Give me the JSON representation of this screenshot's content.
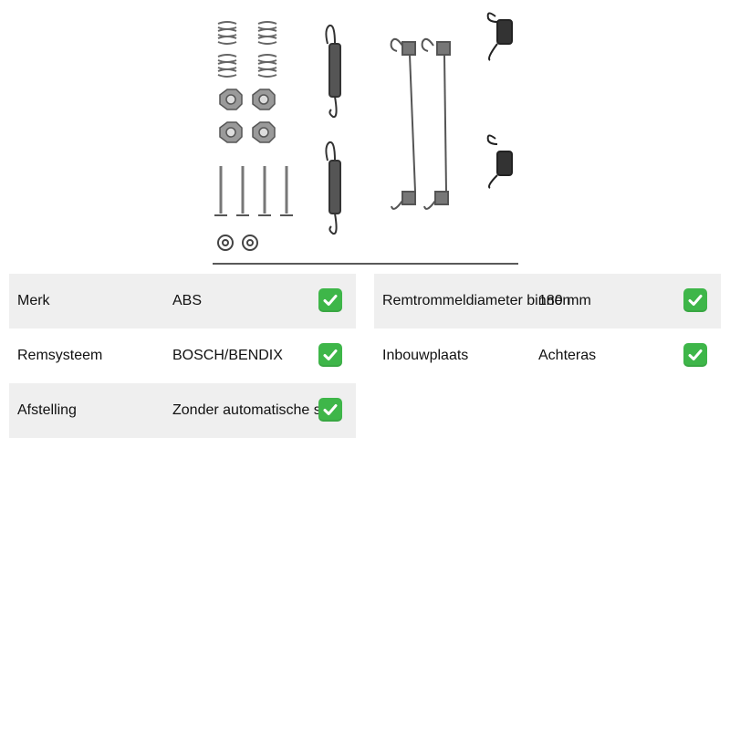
{
  "product": {
    "image_alt": "Brake shoe accessory kit"
  },
  "specs_left": [
    {
      "label": "Merk",
      "value": "ABS",
      "check_icon": "check-mark-icon"
    },
    {
      "label": "Remsysteem",
      "value": "BOSCH/BENDIX",
      "check_icon": "check-mark-icon"
    },
    {
      "label": "Afstelling",
      "value": "Zonder automatische st",
      "check_icon": "check-mark-icon"
    }
  ],
  "specs_right": [
    {
      "label": "Remtrommeldiameter binnen",
      "value": "180 mm",
      "check_icon": "check-mark-icon"
    },
    {
      "label": "Inbouwplaats",
      "value": "Achteras",
      "check_icon": "check-mark-icon"
    }
  ],
  "colors": {
    "row_shade": "#efefef",
    "check_green": "#3eb649",
    "part_grey": "#8a8a8a",
    "outline": "#222222"
  }
}
